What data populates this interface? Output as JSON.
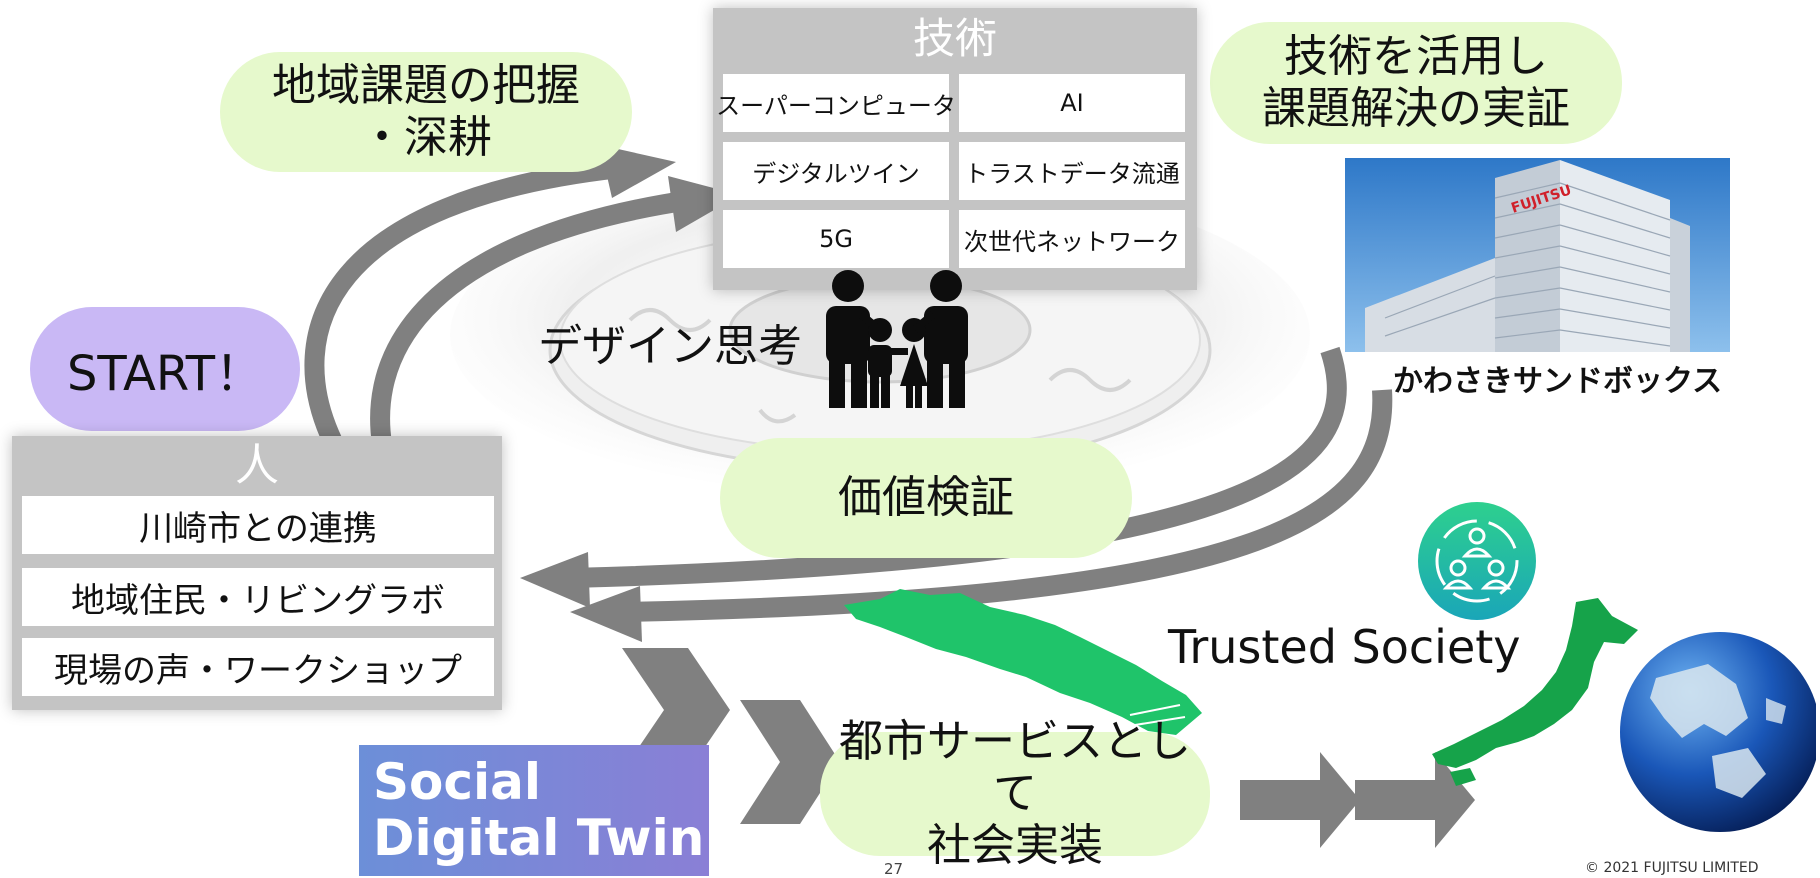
{
  "technology": {
    "title": "技術",
    "items": [
      "スーパーコンピュータ",
      "AI",
      "デジタルツイン",
      "トラストデータ流通",
      "5G",
      "次世代ネットワーク"
    ]
  },
  "people": {
    "title": "人",
    "items": [
      "川崎市との連携",
      "地域住民・リビングラボ",
      "現場の声・ワークショップ"
    ]
  },
  "bubbles": {
    "understand": [
      "地域課題の把握",
      "・深耕"
    ],
    "demonstrate": [
      "技術を活用し",
      "課題解決の実証"
    ],
    "value": "価値検証",
    "implement": [
      "都市サービスとして",
      "社会実装"
    ]
  },
  "start_label": "START！",
  "design_thinking": "デザイン思考",
  "sandbox_caption": "かわさきサンドボックス",
  "building_sign": "FUJITSU",
  "trusted_society": "Trusted Society",
  "social_digital_twin": [
    "Social",
    "Digital Twin"
  ],
  "page_number": "27",
  "copyright": "© 2021 FUJITSU LIMITED",
  "colors": {
    "bubble_green": "#e6f9cc",
    "start_purple": "#c9b8f5",
    "panel_gray": "#c4c4c4",
    "arrow_gray": "#808080",
    "map_green": "#1fc46a",
    "japan_green": "#16a34a",
    "sdt_blue": "#6c8fd8"
  },
  "icons": [
    "family-icon",
    "community-icon",
    "globe-icon",
    "puzzle-ring-icon"
  ]
}
